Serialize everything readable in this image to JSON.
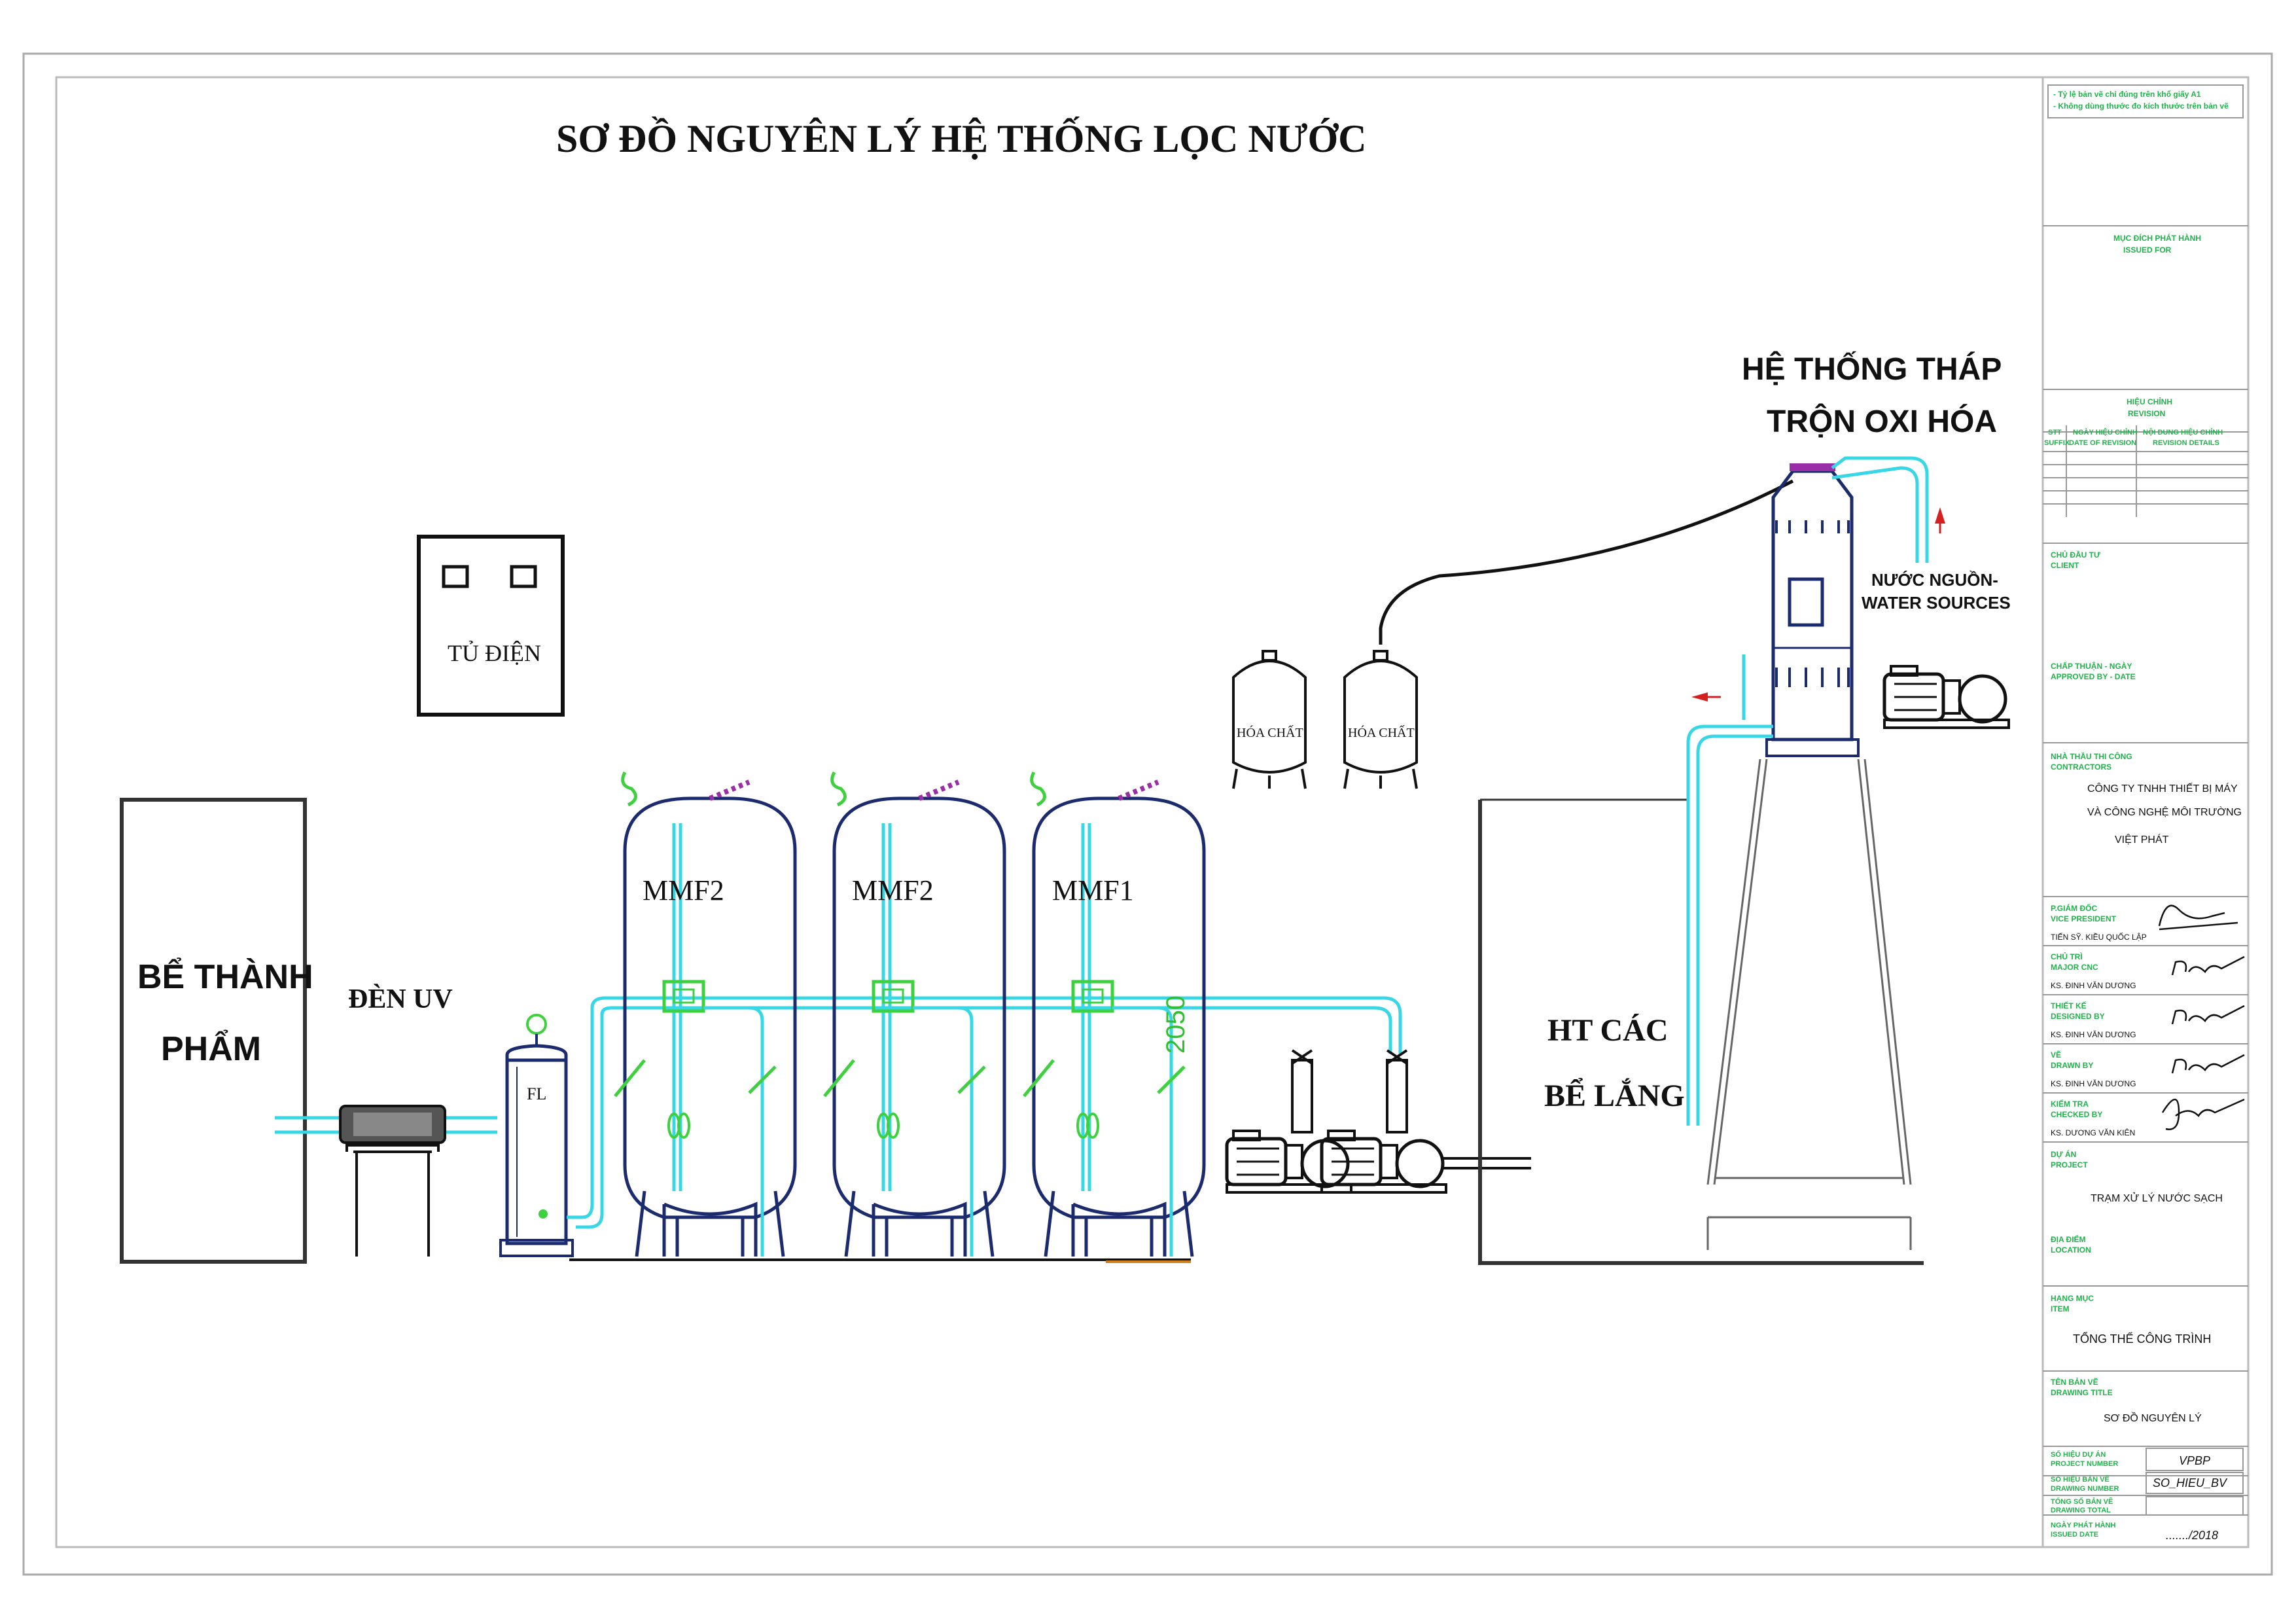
{
  "title": "SƠ ĐỒ NGUYÊN LÝ HỆ THỐNG LỌC NƯỚC",
  "labels": {
    "product_tank_line1": "BỂ THÀNH",
    "product_tank_line2": "PHẨM",
    "uv_lamp": "ĐÈN UV",
    "electrical_cabinet": "TỦ ĐIỆN",
    "chemical_1": "HÓA CHẤT",
    "chemical_2": "HÓA CHẤT",
    "filter_1": "MMF2",
    "filter_2": "MMF2",
    "filter_3": "MMF1",
    "bag_filter": "FL",
    "dimension": "2050",
    "settling_line1": "HT CÁC",
    "settling_line2": "BỂ LẮNG",
    "tower_line1": "HỆ THỐNG THÁP",
    "tower_line2": "TRỘN OXI HÓA",
    "source_line1": "NƯỚC NGUỒN-",
    "source_line2": "WATER SOURCES"
  },
  "title_block": {
    "notes_1": "- Tỷ lệ bản vẽ chỉ đúng trên khổ giấy A1",
    "notes_2": "- Không dùng thước đo kích thước trên bản vẽ",
    "issued_vn": "MỤC ĐÍCH PHÁT HÀNH",
    "issued_en": "ISSUED FOR",
    "revision_vn": "HIỆU CHỈNH",
    "revision_en": "REVISION",
    "col_stt_1": "STT",
    "col_stt_2": "SUFFIX",
    "col_date_1": "NGÀY HIỆU CHỈNH",
    "col_date_2": "DATE OF REVISION",
    "col_detail_1": "NỘI DUNG HIỆU CHỈNH",
    "col_detail_2": "REVISION DETAILS",
    "client_vn": "CHỦ ĐẦU TƯ",
    "client_en": "CLIENT",
    "approved_vn": "CHẤP THUẬN - NGÀY",
    "approved_en": "APPROVED BY - DATE",
    "contractor_vn": "NHÀ THẦU THI CÔNG",
    "contractor_en": "CONTRACTORS",
    "company_1": "CÔNG TY TNHH THIẾT BỊ MÁY",
    "company_2": "VÀ CÔNG NGHỆ MÔI TRƯỜNG",
    "company_3": "VIỆT PHÁT",
    "vp_vn": "P.GIÁM ĐỐC",
    "vp_en": "VICE PRESIDENT",
    "vp_name": "TIẾN SỸ. KIỀU QUỐC LẬP",
    "major_vn": "CHỦ TRÌ",
    "major_en": "MAJOR CNC",
    "major_name": "KS. ĐINH VĂN DƯƠNG",
    "design_vn": "THIẾT KẾ",
    "design_en": "DESIGNED BY",
    "design_name": "KS. ĐINH VĂN DƯƠNG",
    "drawn_vn": "VẼ",
    "drawn_en": "DRAWN BY",
    "drawn_name": "KS. ĐINH VĂN DƯƠNG",
    "check_vn": "KIỂM TRA",
    "check_en": "CHECKED BY",
    "check_name": "KS. DƯƠNG VĂN KIÊN",
    "project_vn": "DỰ ÁN",
    "project_en": "PROJECT",
    "project_value": "TRẠM XỬ LÝ NƯỚC SẠCH",
    "location_vn": "ĐỊA ĐIỂM",
    "location_en": "LOCATION",
    "item_vn": "HẠNG MỤC",
    "item_en": "ITEM",
    "item_value": "TỔNG THỂ CÔNG TRÌNH",
    "title_vn": "TÊN BẢN VẼ",
    "title_en": "DRAWING TITLE",
    "title_value": "SƠ ĐỒ NGUYÊN LÝ",
    "pn_vn": "SỐ HIỆU DỰ ÁN",
    "pn_en": "PROJECT NUMBER",
    "pn_value": "VPBP",
    "dn_vn": "SỐ HIỆU BẢN VẼ",
    "dn_en": "DRAWING NUMBER",
    "dn_value": "SO_HIEU_BV",
    "dt_vn": "TỔNG SỐ BẢN VẼ",
    "dt_en": "DRAWING TOTAL",
    "date_vn": "NGÀY PHÁT HÀNH",
    "date_en": "ISSUED DATE",
    "date_value": "......./2018"
  },
  "colors": {
    "pipe": "#37d7e6",
    "valve": "#3fd03f",
    "vessel": "#1c2a6e",
    "title_block_text": "#22b24c",
    "flow_arrow": "#d42020"
  }
}
